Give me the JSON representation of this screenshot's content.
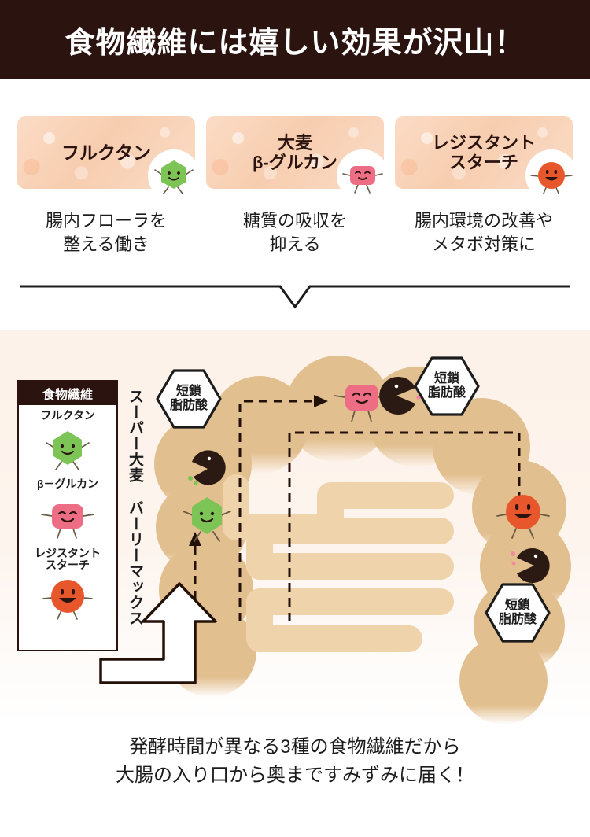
{
  "header": {
    "title": "食物繊維には嬉しい効果が沢山！",
    "bg_color": "#2b1410",
    "text_color": "#ffffff"
  },
  "cards": [
    {
      "label": "フルクタン",
      "caption_line1": "腸内フローラを",
      "caption_line2": "整える働き",
      "mascot": "green-hexagon-mascot-icon",
      "mascot_color": "#7cc455"
    },
    {
      "label_line1": "大麦",
      "label_line2": "β-グルカン",
      "caption_line1": "糖質の吸収を",
      "caption_line2": "抑える",
      "mascot": "pink-square-mascot-icon",
      "mascot_color": "#ed6d85"
    },
    {
      "label_line1": "レジスタント",
      "label_line2": "スターチ",
      "caption_line1": "腸内環境の改善や",
      "caption_line2": "メタボ対策に",
      "mascot": "orange-circle-mascot-icon",
      "mascot_color": "#e8572b"
    }
  ],
  "diagram": {
    "legend": {
      "header": "食物繊維",
      "items": [
        {
          "label": "フルクタン",
          "mascot": "green-hexagon-mascot-icon",
          "color": "#7cc455"
        },
        {
          "label": "β－グルカン",
          "mascot": "pink-square-mascot-icon",
          "color": "#ed6d85"
        },
        {
          "label_line1": "レジスタント",
          "label_line2": "スターチ",
          "mascot": "orange-circle-mascot-icon",
          "color": "#e8572b"
        }
      ]
    },
    "vertical_label": "スーパー大麦 バーリーマックス",
    "scfa_callouts": [
      {
        "id": "scfa-1",
        "text": "短鎖\n脂肪酸"
      },
      {
        "id": "scfa-2",
        "text": "短鎖\n脂肪酸"
      },
      {
        "id": "scfa-3",
        "text": "短鎖\n脂肪酸"
      }
    ],
    "colors": {
      "intestine": "#e2bf8f",
      "intestine_inner": "#eed3ab",
      "panel_bg": "#fdf3ec",
      "bacteria": "#2b1a14",
      "dots": "#f3899e"
    }
  },
  "footer": {
    "line1": "発酵時間が異なる3種の食物繊維だから",
    "line2": "大腸の入り口から奥まですみずみに届く！"
  }
}
